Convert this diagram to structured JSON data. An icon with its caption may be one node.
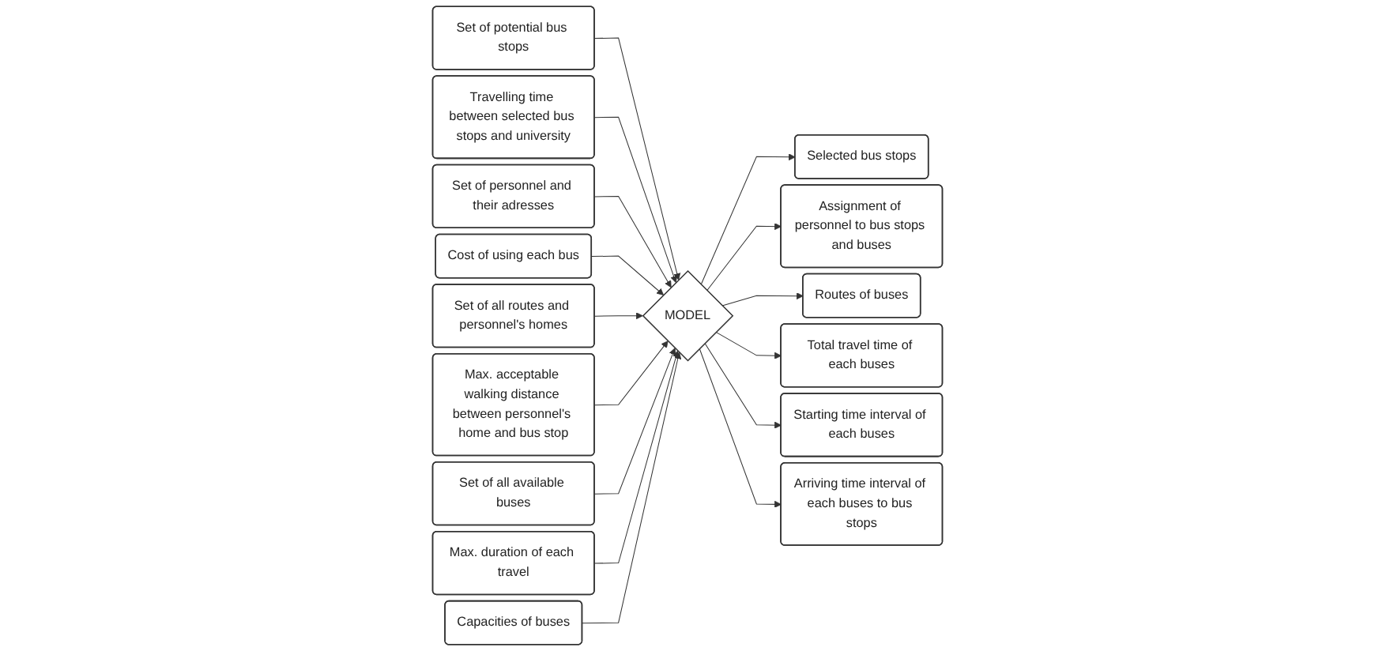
{
  "diagram": {
    "nodes": [
      {
        "text": [
          "Set of potential bus stops"
        ]
      },
      {
        "text": [
          "Travelling time between selected bus stops and university"
        ]
      },
      {
        "text": [
          "Set of personnel and their adresses"
        ]
      },
      {
        "text": [
          "Cost of using each bus"
        ]
      },
      {
        "text": [
          "Set of all routes and personnel's homes"
        ]
      },
      {
        "text": [
          "Max. acceptable walking distance between personnel's home and bus stop"
        ]
      },
      {
        "text": [
          "Set of all available buses"
        ]
      },
      {
        "text": [
          "Max. duration of each travel"
        ]
      },
      {
        "text": [
          "Capacities of buses"
        ]
      },
      {
        "text": [
          "MODEL"
        ]
      },
      {
        "text": [
          "Selected bus stops"
        ]
      },
      {
        "text": [
          "Assignment of personnel to bus stops and buses"
        ]
      },
      {
        "text": [
          "Routes of buses"
        ]
      },
      {
        "text": [
          "Total travel time of each buses"
        ]
      },
      {
        "text": [
          "Starting time interval of each buses"
        ]
      },
      {
        "text": [
          "Arriving time interval of each buses to bus stops"
        ]
      }
    ],
    "edges": [
      {
        "from": 0,
        "to": 9,
        "arrow": "to"
      },
      {
        "from": 1,
        "to": 9,
        "arrow": "to"
      },
      {
        "from": 2,
        "to": 9,
        "arrow": "to"
      },
      {
        "from": 3,
        "to": 9,
        "arrow": "to"
      },
      {
        "from": 4,
        "to": 9,
        "arrow": "to"
      },
      {
        "from": 5,
        "to": 9,
        "arrow": "to"
      },
      {
        "from": 6,
        "to": 9,
        "arrow": "to"
      },
      {
        "from": 7,
        "to": 9,
        "arrow": "to"
      },
      {
        "from": 8,
        "to": 9,
        "arrow": "to"
      },
      {
        "from": 9,
        "to": 10,
        "arrow": "to"
      },
      {
        "from": 9,
        "to": 11,
        "arrow": "to"
      },
      {
        "from": 9,
        "to": 12,
        "arrow": "to"
      },
      {
        "from": 9,
        "to": 13,
        "arrow": "to"
      },
      {
        "from": 9,
        "to": 14,
        "arrow": "to"
      },
      {
        "from": 9,
        "to": 15,
        "arrow": "to"
      }
    ]
  }
}
